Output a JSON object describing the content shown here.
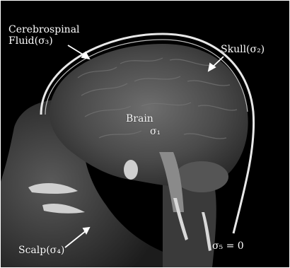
{
  "figure": {
    "colors": {
      "background": "#000000",
      "skull_ring": "#e8e8e8",
      "label": "#ffffff"
    },
    "labels": {
      "csf_line1": "Cerebrospinal",
      "csf_line2": "Fluid(σ₃)",
      "skull": "Skull(σ₂)",
      "brain": "Brain",
      "brain_sigma": "σ₁",
      "scalp": "Scalp(σ₄)",
      "boundary_sigma": "σ₅ = 0"
    }
  }
}
